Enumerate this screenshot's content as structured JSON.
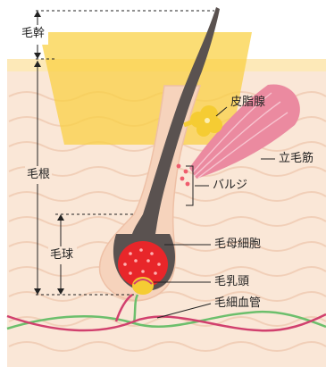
{
  "labels": {
    "hair_shaft": "毛幹",
    "hair_root": "毛根",
    "hair_bulb": "毛球",
    "sebaceous_gland": "皮脂腺",
    "arrector_pili": "立毛筋",
    "bulge": "バルジ",
    "hair_matrix": "毛母細胞",
    "dermal_papilla": "毛乳頭",
    "capillaries": "毛細血管"
  },
  "colors": {
    "skin_top": "#fde9b8",
    "dermis": "#fae7d7",
    "follicle_outer": "#f6d3bc",
    "hair": "#5a5250",
    "highlight_box": "#f9d040",
    "bulb_red": "#e8262a",
    "gland_yellow": "#f5cc33",
    "muscle_pink": "#e8748f",
    "vessel_green": "#6cbf6c",
    "vessel_magenta": "#d1406e"
  }
}
